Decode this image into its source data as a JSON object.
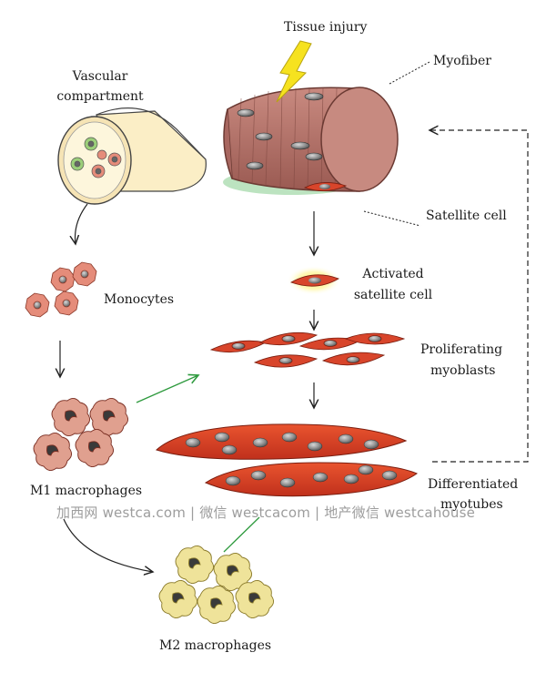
{
  "labels": {
    "tissue_injury": "Tissue injury",
    "myofiber": "Myofiber",
    "vascular_1": "Vascular",
    "vascular_2": "compartment",
    "satellite_cell": "Satellite cell",
    "activated_1": "Activated",
    "activated_2": "satellite cell",
    "monocytes": "Monocytes",
    "proliferating_1": "Proliferating",
    "proliferating_2": "myoblasts",
    "m1": "M1 macrophages",
    "differentiated_1": "Differentiated",
    "differentiated_2": "myotubes",
    "m2": "M2 macrophages"
  },
  "watermark": "加西网 westca.com | 微信 westcacom | 地产微信 westcahouse",
  "colors": {
    "myofiber": "#b5746a",
    "myoblast": "#d8452b",
    "monocyte": "#e58c7a",
    "m2": "#efe39a",
    "lightning": "#f6e21f",
    "green_arrow": "#2e9a3e",
    "dashed": "#222222"
  }
}
